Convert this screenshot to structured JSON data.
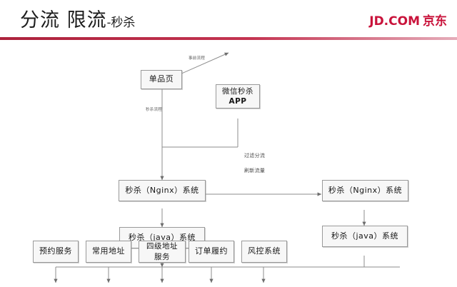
{
  "header": {
    "title_main": "分流 限流",
    "title_sub": "-秒杀",
    "logo_latin": "JD.COM",
    "logo_cn": "京东",
    "accent_color": "#c9133b",
    "rule_color": "#b4102f"
  },
  "diagram": {
    "type": "flowchart",
    "nodes": [
      {
        "id": "product-page",
        "label": "单品页"
      },
      {
        "id": "wechat-seckill-app",
        "label_line1": "微信秒杀",
        "label_line2": "APP"
      },
      {
        "id": "seckill-nginx-left",
        "label": "秒杀（Nginx）系统"
      },
      {
        "id": "seckill-nginx-right",
        "label": "秒杀（Nginx）系统"
      },
      {
        "id": "seckill-java-left",
        "label": "秒杀（java）系统"
      },
      {
        "id": "seckill-java-right",
        "label": "秒杀（java）系统"
      },
      {
        "id": "reservation-service",
        "label": "预约服务"
      },
      {
        "id": "common-address",
        "label": "常用地址"
      },
      {
        "id": "four-level-address",
        "label_line1": "四级地址",
        "label_line2": "服务"
      },
      {
        "id": "order-fulfillment",
        "label": "订单履约"
      },
      {
        "id": "risk-control",
        "label": "风控系统"
      }
    ],
    "edge_labels": [
      {
        "id": "pre-flow",
        "text": "事前流程"
      },
      {
        "id": "seckill-flow",
        "text": "秒杀流程"
      },
      {
        "id": "filter-split",
        "line1": "过滤分流",
        "line2": "刷新流量"
      }
    ],
    "style": {
      "box_fill": "#f7f7f7",
      "box_border": "#9a9a9a",
      "wire_color": "#8c8c8c",
      "text_color": "#171717"
    }
  }
}
